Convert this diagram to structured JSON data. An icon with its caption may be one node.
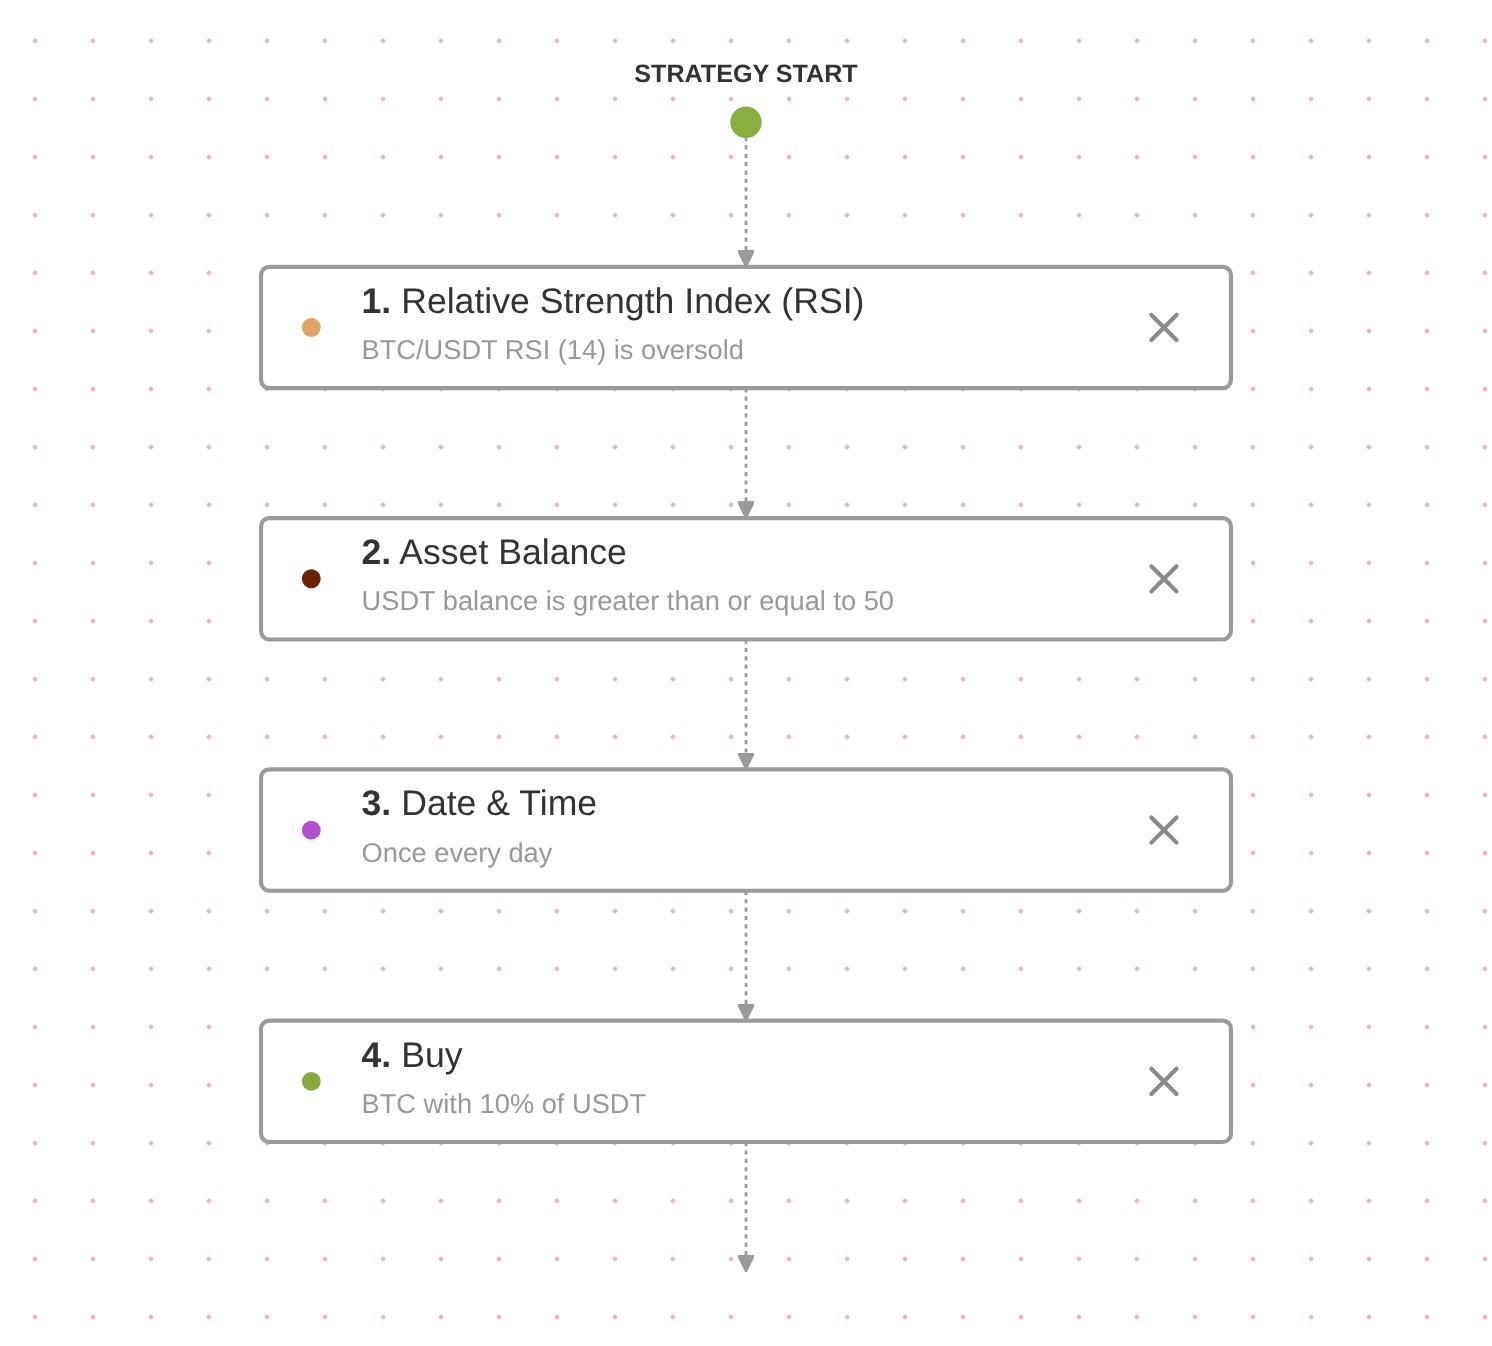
{
  "diagram": {
    "nodes": [
      {
        "text": [],
        "shape": "circle",
        "beside": [
          "STRATEGY START"
        ]
      },
      {
        "text": [
          "**1.** Relative Strength Index (RSI)",
          "BTC/USDT RSI (14) is oversold"
        ]
      },
      {
        "text": [
          "**2.** Asset Balance",
          "USDT balance is greater than or equal to 50"
        ]
      },
      {
        "text": [
          "**3.** Date & Time",
          "Once every day"
        ]
      },
      {
        "text": [
          "**4.** Buy",
          "BTC with 10% of USDT"
        ]
      }
    ],
    "edges": [
      {
        "from": 0,
        "to": 1,
        "arrow": "to",
        "style": "dashed"
      },
      {
        "from": 1,
        "to": 2,
        "arrow": "to",
        "style": "dashed"
      },
      {
        "from": 2,
        "to": 3,
        "arrow": "to",
        "style": "dashed"
      },
      {
        "from": 3,
        "to": 4,
        "arrow": "to",
        "style": "dashed"
      },
      {
        "from": 4,
        "to": null,
        "arrow": "to",
        "style": "dashed"
      }
    ]
  }
}
